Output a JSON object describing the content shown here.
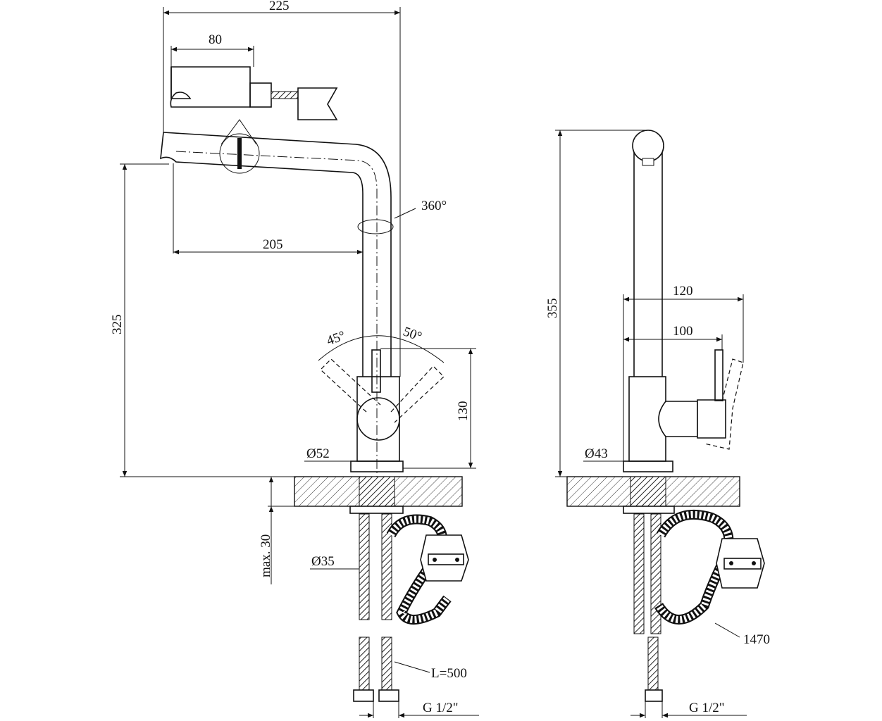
{
  "title": "Kitchen faucet technical drawing",
  "front_view": {
    "dim_total_reach": "225",
    "dim_pullout_head": "80",
    "dim_rotation": "360°",
    "dim_spout_reach": "205",
    "dim_spout_height": "325",
    "dim_angle_left": "45°",
    "dim_angle_right": "50°",
    "dim_body_height": "130",
    "dim_base_diameter": "Ø52",
    "dim_max_counter": "max. 30",
    "dim_hole_diameter": "Ø35",
    "dim_hose_length": "L=500",
    "dim_thread": "G 1/2\""
  },
  "side_view": {
    "dim_total_height": "355",
    "dim_depth_120": "120",
    "dim_depth_100": "100",
    "dim_base_diameter": "Ø43",
    "dim_pullout_hose": "1470",
    "dim_thread": "G 1/2\""
  }
}
